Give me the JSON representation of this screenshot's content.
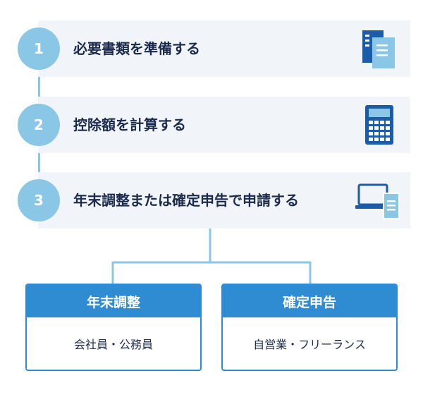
{
  "colors": {
    "circle": "#8ac6e6",
    "step_bg": "#f1f4f9",
    "text": "#1c2b4d",
    "accent": "#2f8cd3",
    "icon_dark": "#1a5ca8",
    "icon_light": "#8ac6e6"
  },
  "steps": [
    {
      "number": "1",
      "label": "必要書類を準備する",
      "icon": "documents-icon"
    },
    {
      "number": "2",
      "label": "控除額を計算する",
      "icon": "calculator-icon"
    },
    {
      "number": "3",
      "label": "年末調整または確定申告で申請する",
      "icon": "laptop-document-icon"
    }
  ],
  "options": [
    {
      "title": "年末調整",
      "description": "会社員・公務員"
    },
    {
      "title": "確定申告",
      "description": "自営業・フリーランス"
    }
  ]
}
